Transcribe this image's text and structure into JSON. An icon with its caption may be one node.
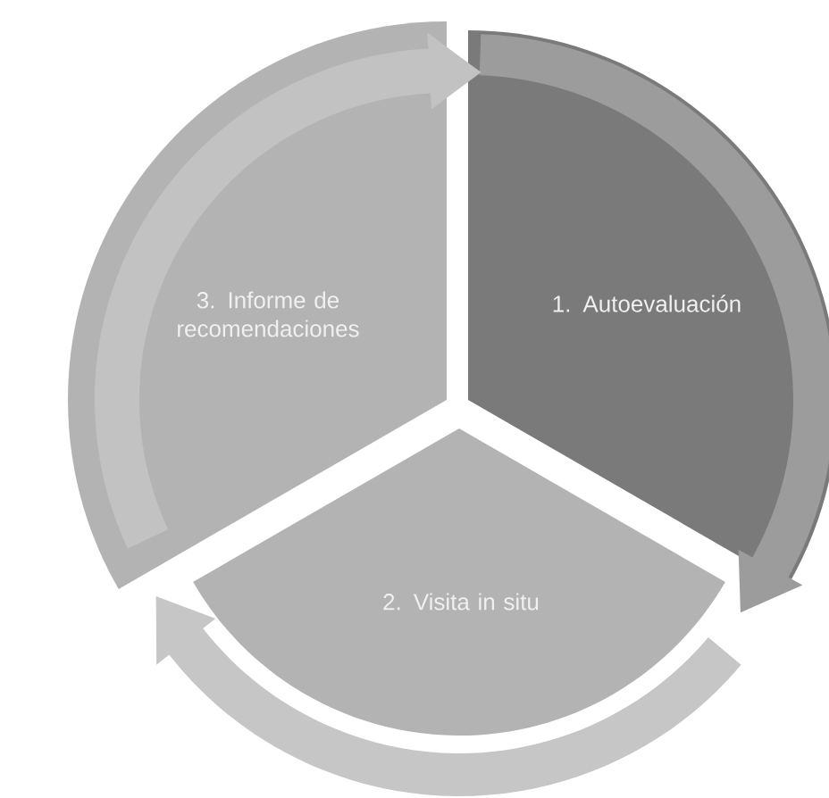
{
  "diagram": {
    "nodes": [
      {
        "text": [
          "1. Autoevaluación"
        ]
      },
      {
        "text": [
          "2. Visita in situ"
        ]
      },
      {
        "text": [
          "3. Informe de recomendaciones"
        ]
      }
    ],
    "edges": [
      {
        "from": 0,
        "to": 1,
        "arrow": "to"
      },
      {
        "from": 1,
        "to": 2,
        "arrow": "to"
      },
      {
        "from": 2,
        "to": 0,
        "arrow": "to"
      }
    ]
  }
}
